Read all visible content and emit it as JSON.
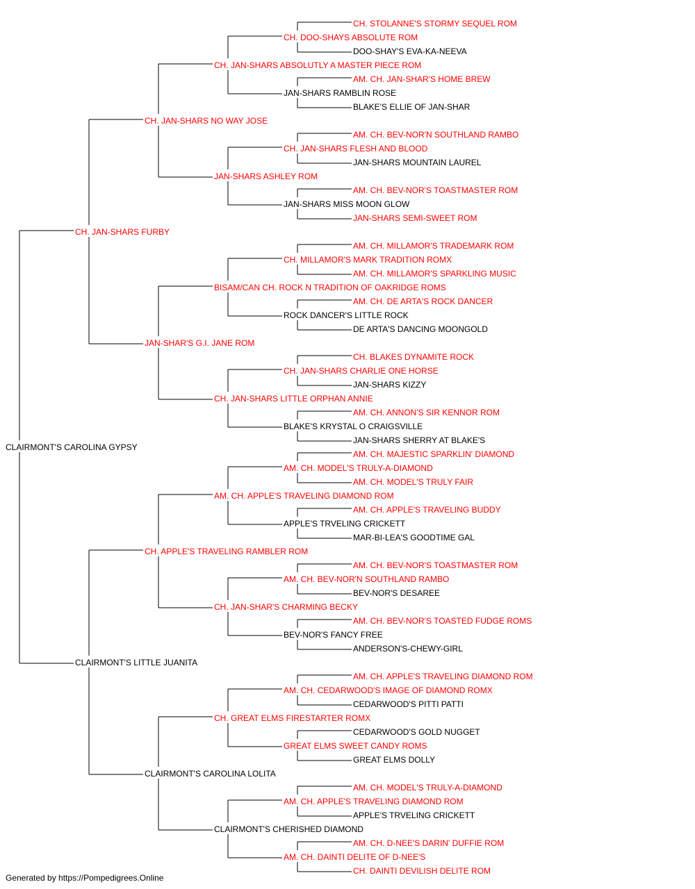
{
  "colors": {
    "champion": "#ff0000",
    "normal": "#000000",
    "line": "#000000"
  },
  "footer": "Generated by https://Pompedigrees.Online",
  "tree": {
    "name": "CLAIRMONT'S CAROLINA GYPSY",
    "champion": false,
    "sire": {
      "name": "CH. JAN-SHARS FURBY",
      "champion": true,
      "sire": {
        "name": "CH. JAN-SHARS NO WAY JOSE",
        "champion": true,
        "sire": {
          "name": "CH. JAN-SHARS ABSOLUTLY A MASTER PIECE ROM",
          "champion": true,
          "sire": {
            "name": "CH. DOO-SHAYS ABSOLUTE ROM",
            "champion": true,
            "sire": {
              "name": "CH. STOLANNE'S STORMY SEQUEL ROM",
              "champion": true
            },
            "dam": {
              "name": "DOO-SHAY'S EVA-KA-NEEVA",
              "champion": false
            }
          },
          "dam": {
            "name": "JAN-SHARS RAMBLIN ROSE",
            "champion": false,
            "sire": {
              "name": "AM. CH. JAN-SHAR'S HOME BREW",
              "champion": true
            },
            "dam": {
              "name": "BLAKE'S ELLIE OF JAN-SHAR",
              "champion": false
            }
          }
        },
        "dam": {
          "name": "JAN-SHARS ASHLEY ROM",
          "champion": true,
          "sire": {
            "name": "CH. JAN-SHARS FLESH AND BLOOD",
            "champion": true,
            "sire": {
              "name": "AM. CH. BEV-NOR'N SOUTHLAND RAMBO",
              "champion": true
            },
            "dam": {
              "name": "JAN-SHARS MOUNTAIN LAUREL",
              "champion": false
            }
          },
          "dam": {
            "name": "JAN-SHARS MISS MOON GLOW",
            "champion": false,
            "sire": {
              "name": "AM. CH. BEV-NOR'S TOASTMASTER ROM",
              "champion": true
            },
            "dam": {
              "name": "JAN-SHARS SEMI-SWEET ROM",
              "champion": true
            }
          }
        }
      },
      "dam": {
        "name": "JAN-SHAR'S G.I. JANE ROM",
        "champion": true,
        "sire": {
          "name": "BISAM/CAN CH. ROCK N TRADITION OF OAKRIDGE ROMS",
          "champion": true,
          "sire": {
            "name": "CH. MILLAMOR'S MARK TRADITION ROMX",
            "champion": true,
            "sire": {
              "name": "AM. CH. MILLAMOR'S TRADEMARK ROM",
              "champion": true
            },
            "dam": {
              "name": "AM. CH. MILLAMOR'S SPARKLING MUSIC",
              "champion": true
            }
          },
          "dam": {
            "name": "ROCK DANCER'S LITTLE ROCK",
            "champion": false,
            "sire": {
              "name": "AM. CH. DE ARTA'S ROCK DANCER",
              "champion": true
            },
            "dam": {
              "name": "DE ARTA'S DANCING MOONGOLD",
              "champion": false
            }
          }
        },
        "dam": {
          "name": "CH. JAN-SHARS LITTLE ORPHAN ANNIE",
          "champion": true,
          "sire": {
            "name": "CH. JAN-SHARS CHARLIE ONE HORSE",
            "champion": true,
            "sire": {
              "name": "CH. BLAKES DYNAMITE ROCK",
              "champion": true
            },
            "dam": {
              "name": "JAN-SHARS KIZZY",
              "champion": false
            }
          },
          "dam": {
            "name": "BLAKE'S KRYSTAL O CRAIGSVILLE",
            "champion": false,
            "sire": {
              "name": "AM. CH. ANNON'S SIR KENNOR ROM",
              "champion": true
            },
            "dam": {
              "name": "JAN-SHARS SHERRY AT BLAKE'S",
              "champion": false
            }
          }
        }
      }
    },
    "dam": {
      "name": "CLAIRMONT'S LITTLE JUANITA",
      "champion": false,
      "sire": {
        "name": "CH. APPLE'S TRAVELING RAMBLER ROM",
        "champion": true,
        "sire": {
          "name": "AM. CH. APPLE'S TRAVELING DIAMOND ROM",
          "champion": true,
          "sire": {
            "name": "AM. CH. MODEL'S TRULY-A-DIAMOND",
            "champion": true,
            "sire": {
              "name": "AM. CH. MAJESTIC SPARKLIN' DIAMOND",
              "champion": true
            },
            "dam": {
              "name": "AM. CH. MODEL'S TRULY FAIR",
              "champion": true
            }
          },
          "dam": {
            "name": "APPLE'S TRVELING CRICKETT",
            "champion": false,
            "sire": {
              "name": "AM. CH. APPLE'S TRAVELING BUDDY",
              "champion": true
            },
            "dam": {
              "name": "MAR-BI-LEA'S GOODTIME GAL",
              "champion": false
            }
          }
        },
        "dam": {
          "name": "CH. JAN-SHAR'S CHARMING BECKY",
          "champion": true,
          "sire": {
            "name": "AM. CH. BEV-NOR'N SOUTHLAND RAMBO",
            "champion": true,
            "sire": {
              "name": "AM. CH. BEV-NOR'S TOASTMASTER ROM",
              "champion": true
            },
            "dam": {
              "name": "BEV-NOR'S DESAREE",
              "champion": false
            }
          },
          "dam": {
            "name": "BEV-NOR'S FANCY FREE",
            "champion": false,
            "sire": {
              "name": "AM. CH. BEV-NOR'S TOASTED FUDGE ROMS",
              "champion": true
            },
            "dam": {
              "name": "ANDERSON'S-CHEWY-GIRL",
              "champion": false
            }
          }
        }
      },
      "dam": {
        "name": "CLAIRMONT'S CAROLINA LOLITA",
        "champion": false,
        "sire": {
          "name": "CH. GREAT ELMS FIRESTARTER ROMX",
          "champion": true,
          "sire": {
            "name": "AM. CH. CEDARWOOD'S IMAGE OF DIAMOND ROMX",
            "champion": true,
            "sire": {
              "name": "AM. CH. APPLE'S TRAVELING DIAMOND ROM",
              "champion": true
            },
            "dam": {
              "name": "CEDARWOOD'S PITTI PATTI",
              "champion": false
            }
          },
          "dam": {
            "name": "GREAT ELMS SWEET CANDY ROMS",
            "champion": true,
            "sire": {
              "name": "CEDARWOOD'S GOLD NUGGET",
              "champion": false
            },
            "dam": {
              "name": "GREAT ELMS DOLLY",
              "champion": false
            }
          }
        },
        "dam": {
          "name": "CLAIRMONT'S CHERISHED DIAMOND",
          "champion": false,
          "sire": {
            "name": "AM. CH. APPLE'S TRAVELING DIAMOND ROM",
            "champion": true,
            "sire": {
              "name": "AM. CH. MODEL'S TRULY-A-DIAMOND",
              "champion": true
            },
            "dam": {
              "name": "APPLE'S TRVELING CRICKETT",
              "champion": false
            }
          },
          "dam": {
            "name": "AM. CH. DAINTI DELITE OF D-NEE'S",
            "champion": true,
            "sire": {
              "name": "AM. CH. D-NEE'S DARIN' DUFFIE ROM",
              "champion": true
            },
            "dam": {
              "name": "CH. DAINTI DEVILISH DELITE ROM",
              "champion": true
            }
          }
        }
      }
    }
  }
}
